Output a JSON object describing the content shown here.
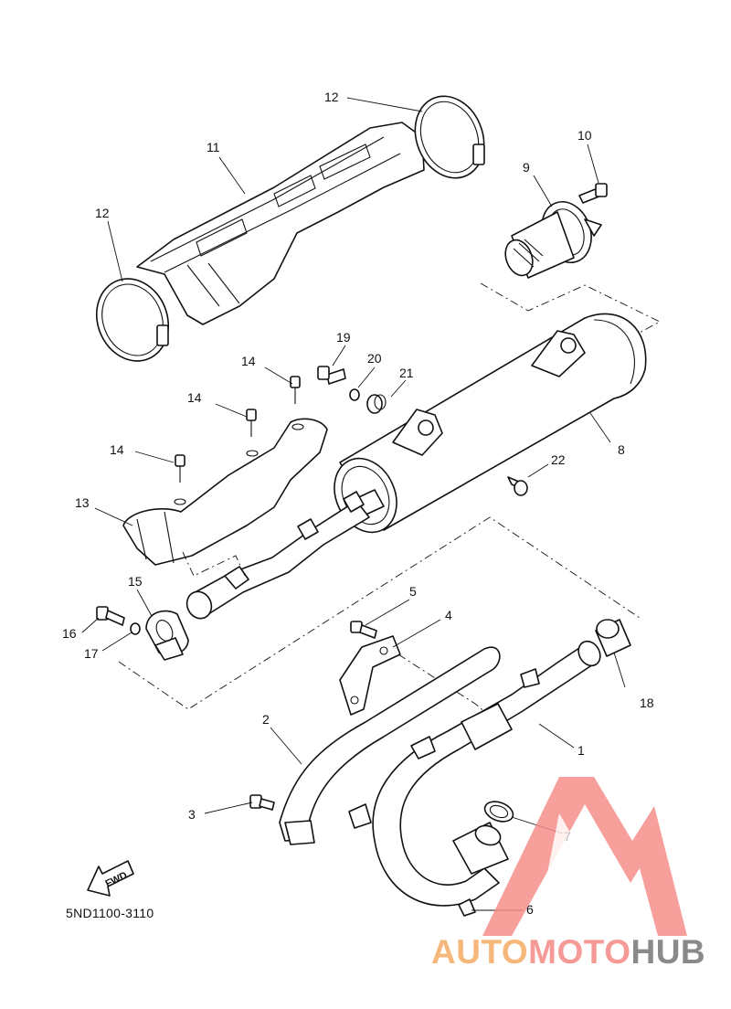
{
  "diagram_code": "5ND1100-3110",
  "fwd_label": "FWD",
  "watermark": {
    "part1": "AUTO",
    "part2": "MOTO",
    "part3": "HUB",
    "color1": "#f5b87a",
    "color2": "#f59a96",
    "color3": "#8a8a8a",
    "logo_color": "#f58a86"
  },
  "callouts": {
    "c1": "1",
    "c2": "2",
    "c3": "3",
    "c4": "4",
    "c5": "5",
    "c6": "6",
    "c7": "7",
    "c8": "8",
    "c9": "9",
    "c10": "10",
    "c11": "11",
    "c12a": "12",
    "c12b": "12",
    "c13": "13",
    "c14a": "14",
    "c14b": "14",
    "c14c": "14",
    "c15": "15",
    "c16": "16",
    "c17": "17",
    "c18": "18",
    "c19": "19",
    "c20": "20",
    "c21": "21",
    "c22": "22"
  }
}
